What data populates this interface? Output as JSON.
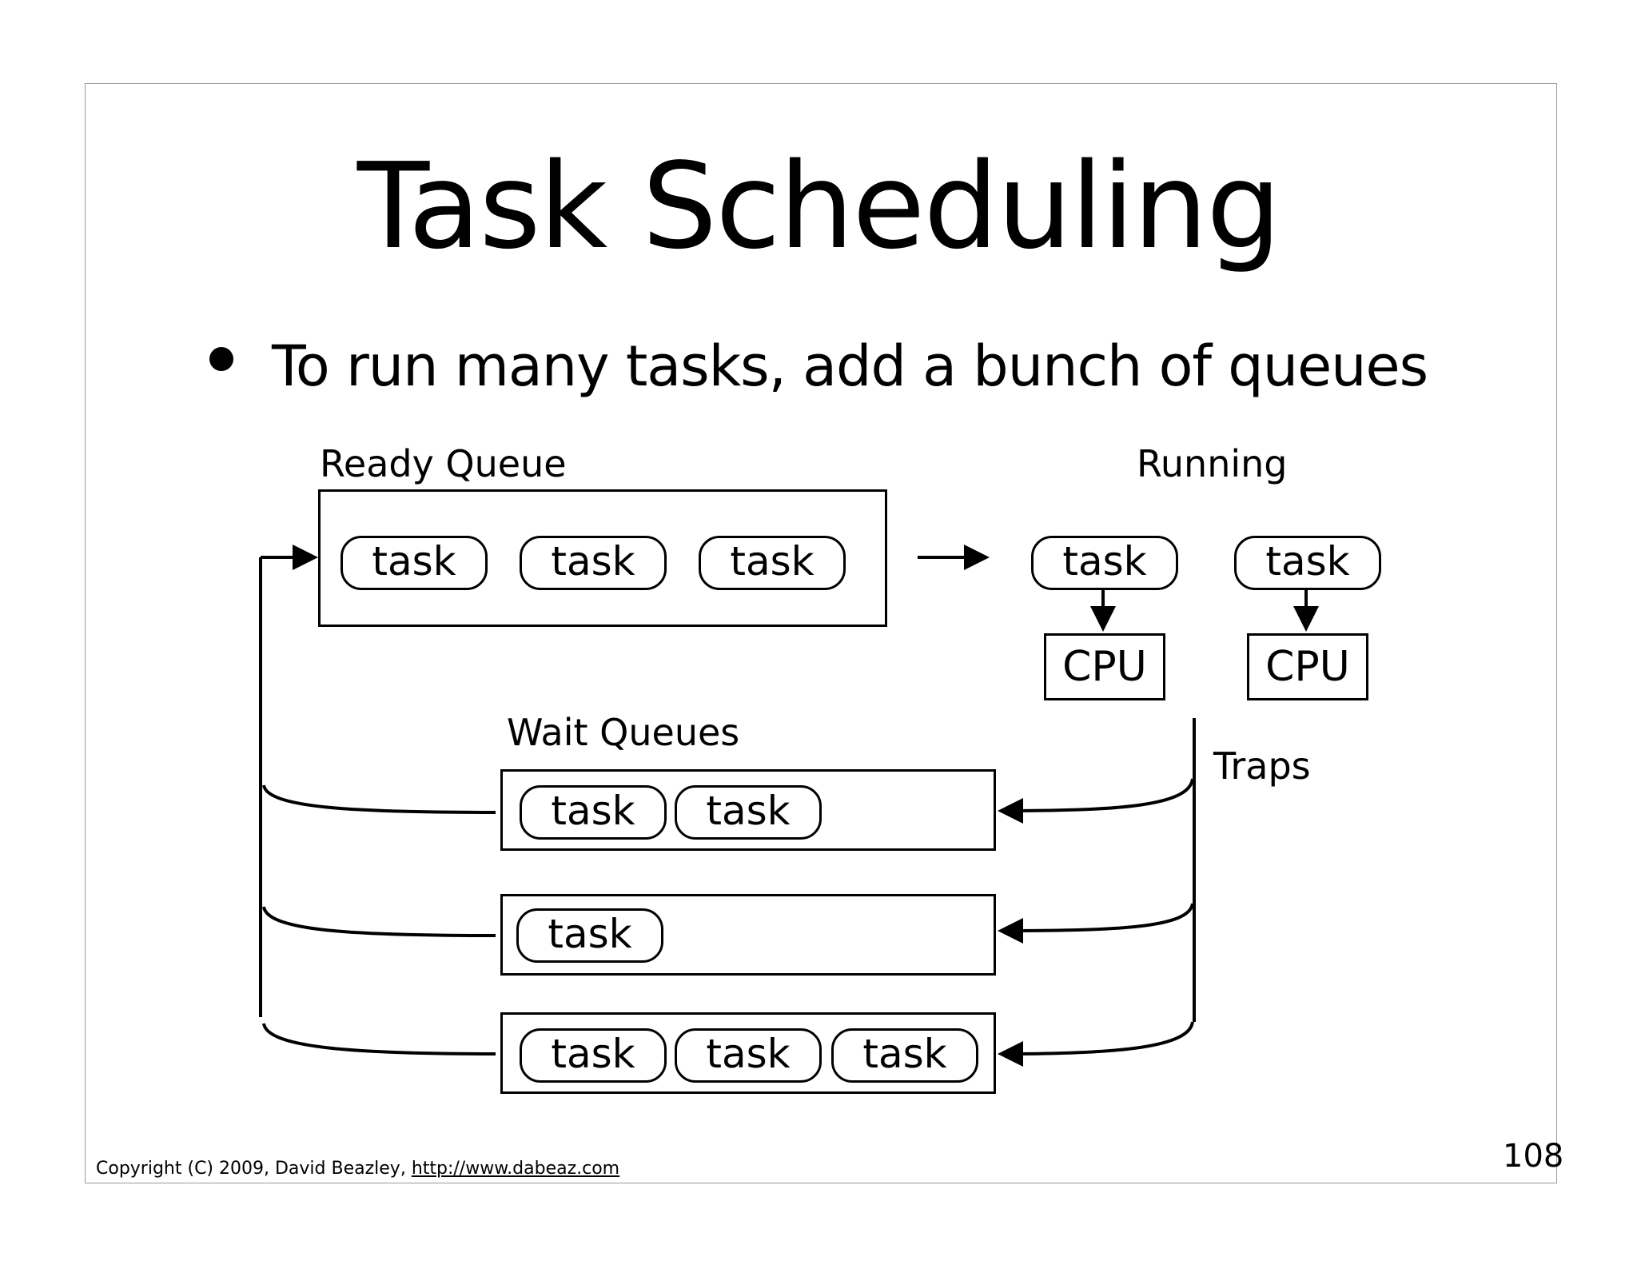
{
  "slide": {
    "title": "Task Scheduling",
    "bullet": "To run many tasks, add a bunch of queues",
    "labels": {
      "ready_queue": "Ready Queue",
      "running": "Running",
      "wait_queues": "Wait Queues",
      "traps": "Traps"
    },
    "ready_tasks": [
      "task",
      "task",
      "task"
    ],
    "running_tasks": [
      "task",
      "task"
    ],
    "cpus": [
      "CPU",
      "CPU"
    ],
    "wait_queue_tasks": [
      [
        "task",
        "task"
      ],
      [
        "task"
      ],
      [
        "task",
        "task",
        "task"
      ]
    ],
    "footer": {
      "copyright": "Copyright (C) 2009,  David Beazley, ",
      "link": "http://www.dabeaz.com"
    },
    "page_number": "108"
  }
}
